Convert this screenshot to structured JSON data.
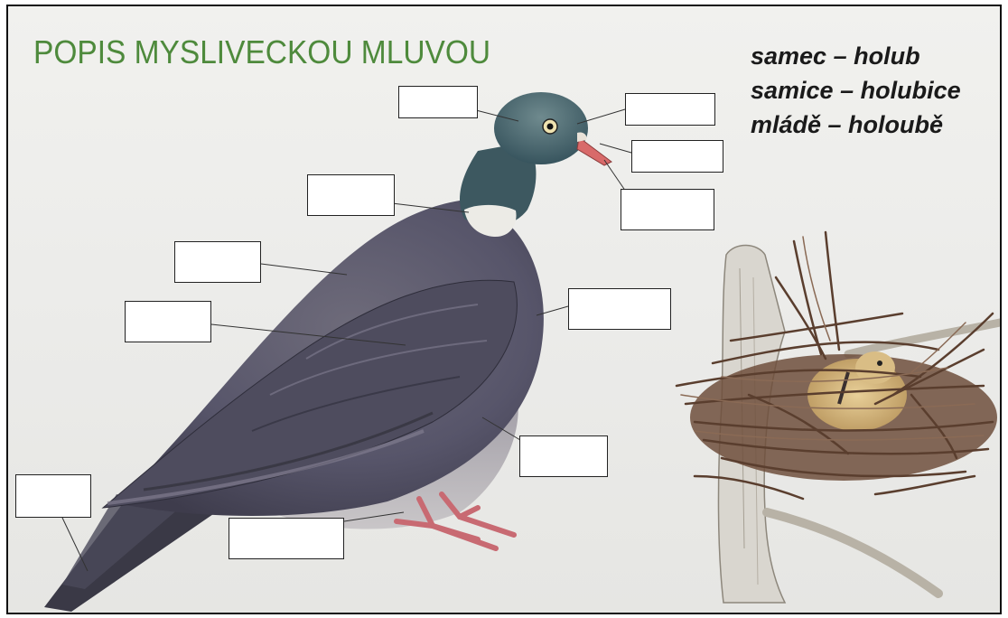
{
  "worksheet": {
    "title": "POPIS MYSLIVECKOU MLUVOU",
    "terms": [
      "samec – holub",
      "samice – holubice",
      "mládě – holoubě"
    ]
  },
  "illustrations": {
    "main": "wood-pigeon",
    "secondary": "nest-with-chicks"
  },
  "colors": {
    "title": "#4e8a3c",
    "text": "#1a1a1a",
    "plumage": "#5b5968",
    "head": "#3f5d66",
    "beak": "#d86a6a",
    "nest": "#7a5a45"
  }
}
